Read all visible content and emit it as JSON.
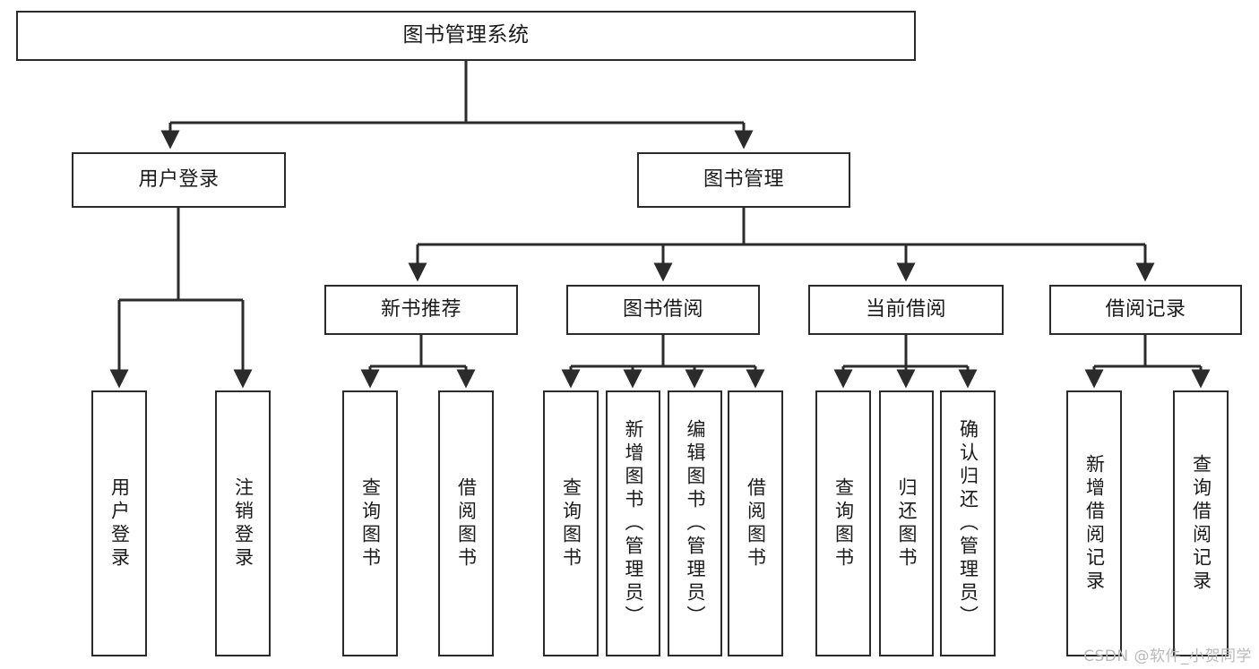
{
  "diagram": {
    "title": "图书管理系统",
    "type": "tree-hierarchy-chart",
    "watermark": "CSDN @软件_小贺同学",
    "colors": {
      "stroke": "#2b2b2b",
      "fill": "#ffffff",
      "watermark": "#b9b9b9"
    }
  },
  "nodes": {
    "root": {
      "label": "图书管理系统"
    },
    "level2": [
      {
        "label": "用户登录"
      },
      {
        "label": "图书管理"
      }
    ],
    "level3": [
      {
        "label": "新书推荐"
      },
      {
        "label": "图书借阅"
      },
      {
        "label": "当前借阅"
      },
      {
        "label": "借阅记录"
      }
    ],
    "leaves": {
      "user_login": [
        {
          "label": "用户登录"
        },
        {
          "label": "注销登录"
        }
      ],
      "new_book_recommend": [
        {
          "label": "查询图书"
        },
        {
          "label": "借阅图书"
        }
      ],
      "book_borrow": [
        {
          "label": "查询图书"
        },
        {
          "label": "新增图书（管理员）"
        },
        {
          "label": "编辑图书（管理员）"
        },
        {
          "label": "借阅图书"
        }
      ],
      "current_borrow": [
        {
          "label": "查询图书"
        },
        {
          "label": "归还图书"
        },
        {
          "label": "确认归还（管理员）"
        }
      ],
      "borrow_record": [
        {
          "label": "新增借阅记录"
        },
        {
          "label": "查询借阅记录"
        }
      ]
    }
  }
}
